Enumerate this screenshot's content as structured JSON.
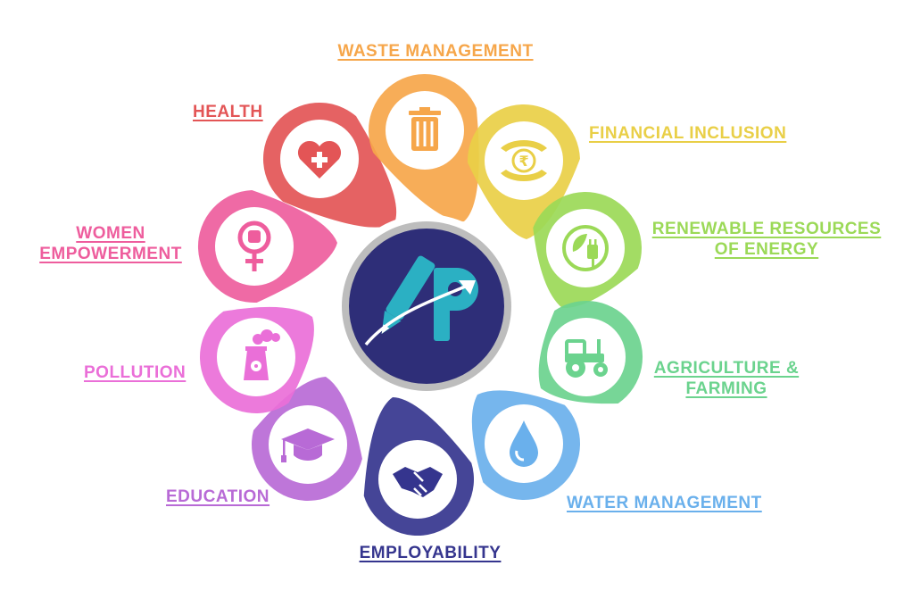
{
  "colors": {
    "waste": "#f6a64a",
    "finance": "#e9cf47",
    "renewable": "#9bd957",
    "agriculture": "#6bd38e",
    "water": "#6ab0ec",
    "employability": "#35358e",
    "education": "#b86ad6",
    "pollution": "#ea6fd8",
    "women": "#ee5d9d",
    "health": "#e35556",
    "center_bg": "#2e2e78",
    "logo_accent": "#2bb0c3"
  },
  "segments": {
    "waste": {
      "line1": "WASTE MANAGEMENT",
      "icon": "trash-bin-icon"
    },
    "finance": {
      "line1": "FINANCIAL INCLUSION",
      "icon": "rupee-hands-icon"
    },
    "renewable": {
      "line1": "RENEWABLE  RESOURCES",
      "line2": "OF ENERGY",
      "icon": "eco-plug-icon"
    },
    "agriculture": {
      "line1": "AGRICULTURE &",
      "line2": "FARMING",
      "icon": "tractor-icon"
    },
    "water": {
      "line1": "WATER MANAGEMENT",
      "icon": "water-drop-icon"
    },
    "employability": {
      "line1": "EMPLOYABILITY",
      "icon": "handshake-icon"
    },
    "education": {
      "line1": "EDUCATION",
      "icon": "graduation-cap-icon"
    },
    "pollution": {
      "line1": "POLLUTION",
      "icon": "factory-radiation-icon"
    },
    "women": {
      "line1": "WOMEN",
      "line2": "EMPOWERMENT",
      "icon": "female-fist-icon"
    },
    "health": {
      "line1": "HEALTH",
      "icon": "heart-cross-icon"
    }
  },
  "center": {
    "icon": "ap-logo-icon"
  }
}
